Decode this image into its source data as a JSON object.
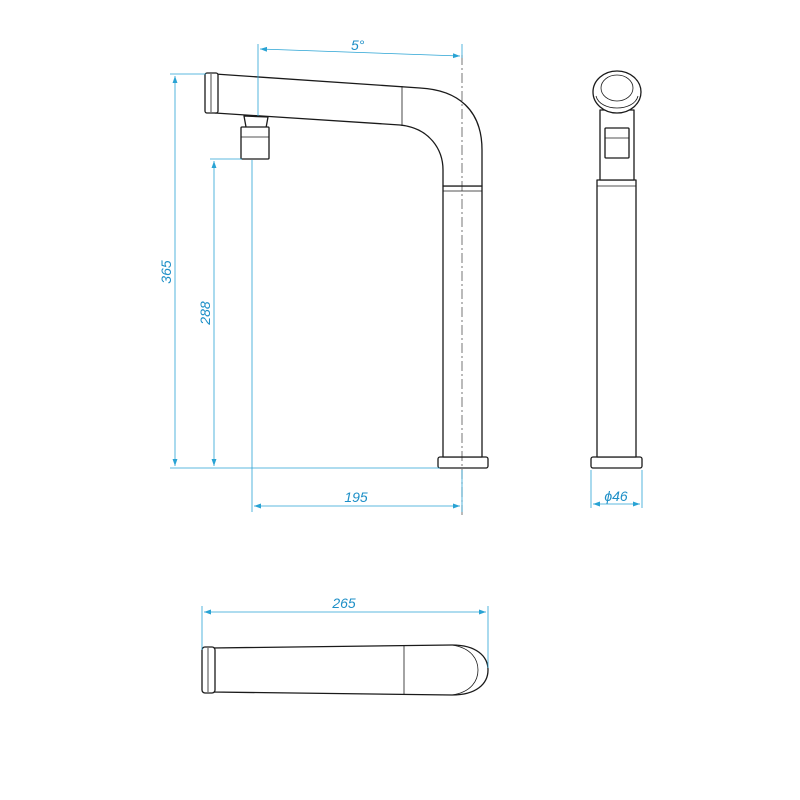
{
  "dimensions": {
    "angle": "5°",
    "total_height": "365",
    "spout_height": "288",
    "reach": "195",
    "base_diameter": "ϕ46",
    "length": "265"
  },
  "colors": {
    "outline": "#1a1a1a",
    "dimension": "#29a3d4",
    "dimension_text": "#1d8fc7"
  }
}
